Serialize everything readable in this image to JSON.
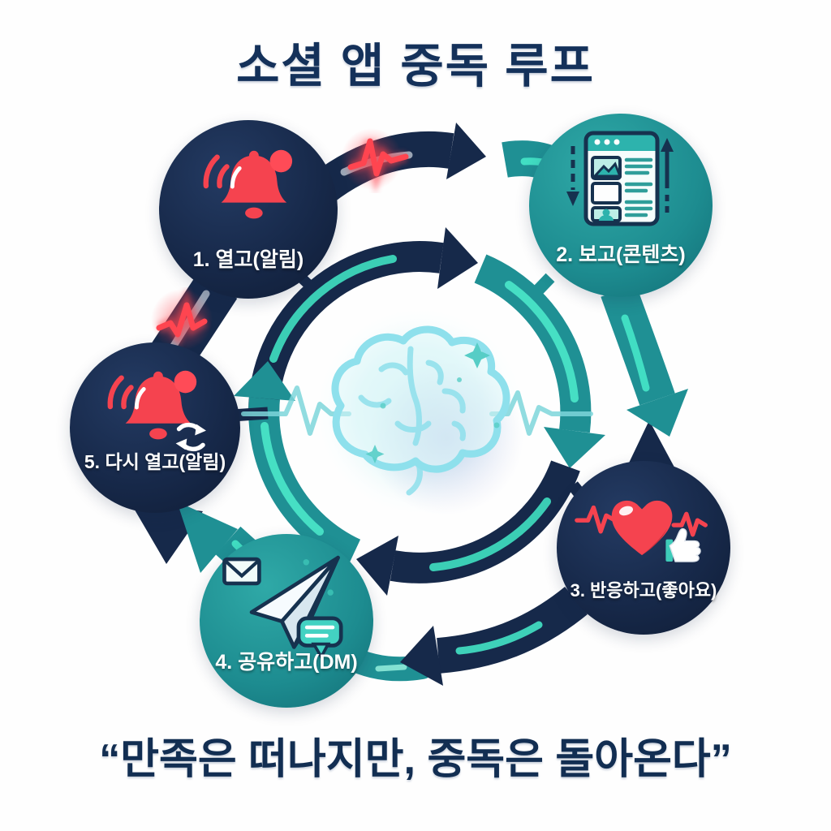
{
  "title": "소셜 앱 중독 루프",
  "quote": "“만족은 떠나지만, 중독은 돌아온다”",
  "nodes": [
    {
      "label": "1. 열고(알림)",
      "icon": "bell-notification-icon"
    },
    {
      "label": "2. 보고(콘텐츠)",
      "icon": "content-feed-icon"
    },
    {
      "label": "3. 반응하고(좋아요)",
      "icon": "heart-like-icon"
    },
    {
      "label": "4. 공유하고(DM)",
      "icon": "paper-plane-dm-icon"
    },
    {
      "label": "5. 다시 열고(알림)",
      "icon": "bell-refresh-icon"
    }
  ],
  "center": {
    "icon": "brain-icon"
  },
  "colors": {
    "navy": "#16294a",
    "teal": "#1f9094",
    "mint": "#3fe0c1",
    "red": "#f5434f",
    "title_navy": "#14315a",
    "background": "#ffffff"
  }
}
